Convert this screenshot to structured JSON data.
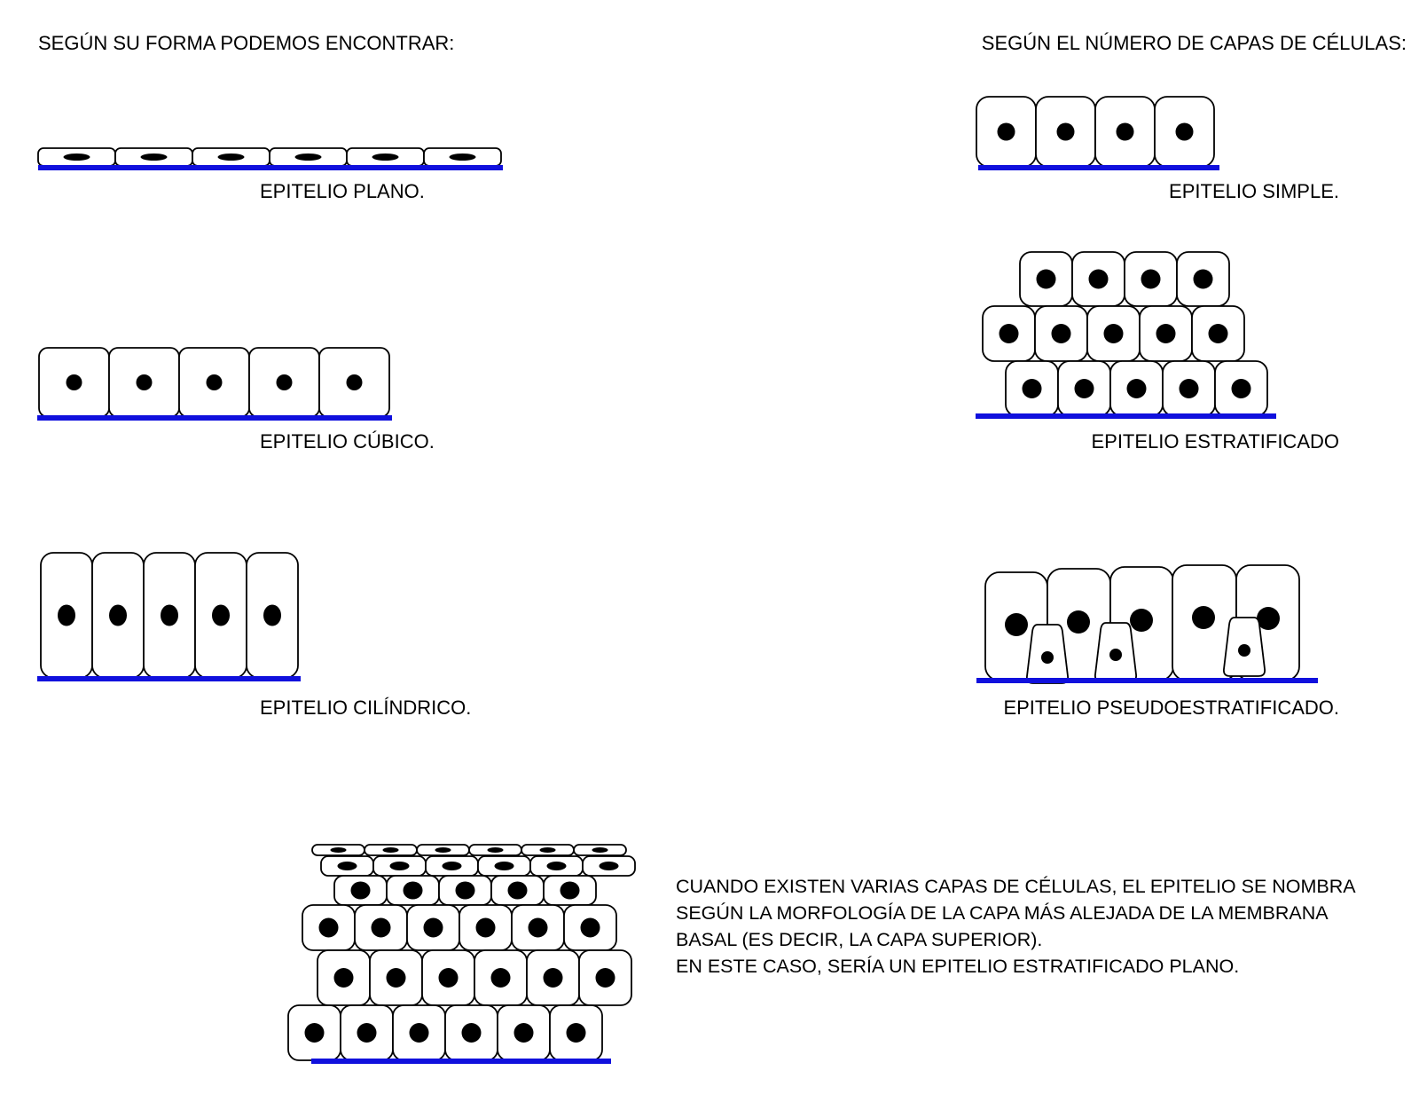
{
  "headers": {
    "left": "SEGÚN SU FORMA PODEMOS ENCONTRAR:",
    "right": "SEGÚN EL NÚMERO DE CAPAS DE CÉLULAS:"
  },
  "captions": {
    "plano": "EPITELIO PLANO.",
    "cubico": "EPITELIO CÚBICO.",
    "cilindrico": "EPITELIO CILÍNDRICO.",
    "simple": "EPITELIO SIMPLE.",
    "estratificado": "EPITELIO ESTRATIFICADO",
    "pseudoestratificado": "EPITELIO PSEUDOESTRATIFICADO."
  },
  "note": {
    "lines": [
      "CUANDO EXISTEN VARIAS CAPAS DE CÉLULAS, EL EPITELIO SE NOMBRA",
      "SEGÚN LA MORFOLOGÍA DE LA CAPA MÁS ALEJADA DE LA MEMBRANA",
      "BASAL (ES DECIR, LA CAPA SUPERIOR).",
      "EN ESTE CASO, SERÍA UN EPITELIO ESTRATIFICADO PLANO."
    ]
  },
  "colors": {
    "basal_membrane": "#1010dd",
    "cell_outline": "#000000",
    "cell_fill": "#ffffff",
    "nucleus": "#000000"
  }
}
